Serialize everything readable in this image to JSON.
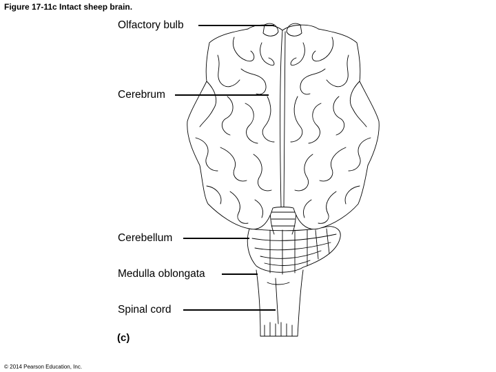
{
  "figure": {
    "title": "Figure 17-11c  Intact sheep brain.",
    "panel_label": "(c)",
    "copyright": "© 2014 Pearson Education, Inc."
  },
  "labels": [
    {
      "id": "olfactory-bulb",
      "text": "Olfactory bulb"
    },
    {
      "id": "cerebrum",
      "text": "Cerebrum"
    },
    {
      "id": "cerebellum",
      "text": "Cerebellum"
    },
    {
      "id": "medulla-oblongata",
      "text": "Medulla oblongata"
    },
    {
      "id": "spinal-cord",
      "text": "Spinal cord"
    }
  ]
}
